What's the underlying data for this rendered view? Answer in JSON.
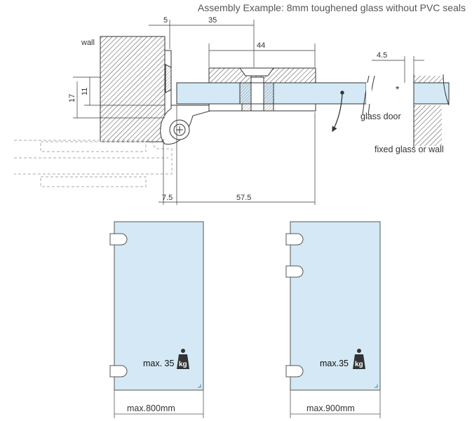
{
  "title": "Assembly Example: 8mm toughened glass without PVC seals",
  "labels": {
    "wall": "wall",
    "glass_door": "glass door",
    "fixed_glass": "fixed glass or wall",
    "asterisk": "*"
  },
  "dimensions": {
    "d5": "5",
    "d35": "35",
    "d44": "44",
    "d4_5": "4.5",
    "d17": "17",
    "d11": "11",
    "d7_5": "7.5",
    "d57_5": "57.5"
  },
  "panels": [
    {
      "hinges": 2,
      "max_weight_prefix": "max. 35",
      "weight_unit": "kg",
      "max_width": "max.800mm"
    },
    {
      "hinges": 3,
      "max_weight_prefix": "max.35",
      "weight_unit": "kg",
      "max_width": "max.900mm"
    }
  ],
  "colors": {
    "glass_fill": "#d4e9f5",
    "line": "#333333",
    "hinge_fill": "#ffffff",
    "weight_icon": "#333333"
  }
}
